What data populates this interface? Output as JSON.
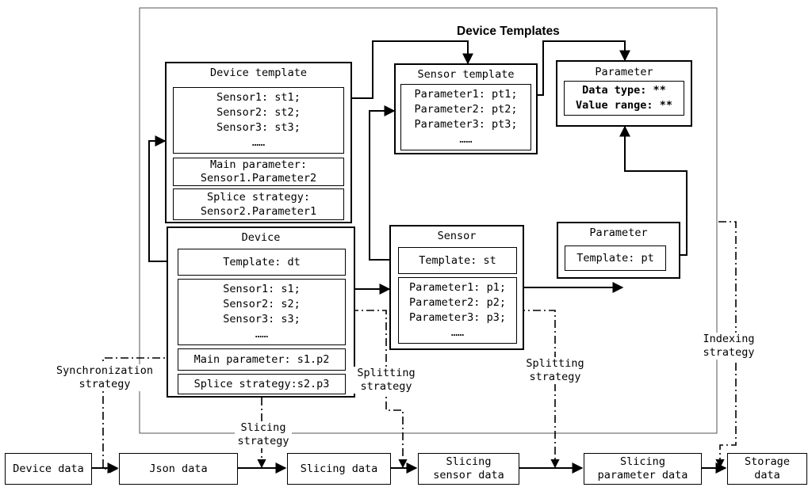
{
  "heading": "Device Templates",
  "device_template": {
    "title": "Device template",
    "sensors": [
      "Sensor1: st1;",
      "Sensor2: st2;",
      "Sensor3: st3;",
      "……"
    ],
    "main_parameter": [
      "Main parameter:",
      "Sensor1.Parameter2"
    ],
    "splice_strategy": [
      "Splice strategy:",
      "Sensor2.Parameter1"
    ]
  },
  "sensor_template": {
    "title": "Sensor template",
    "parameters": [
      "Parameter1: pt1;",
      "Parameter2: pt2;",
      "Parameter3: pt3;",
      "……"
    ]
  },
  "parameter_top": {
    "title": "Parameter",
    "lines": [
      "Data type: **",
      "Value range: **"
    ]
  },
  "device": {
    "title": "Device",
    "template": "Template: dt",
    "sensors": [
      "Sensor1: s1;",
      "Sensor2: s2;",
      "Sensor3: s3;",
      "……"
    ],
    "main_parameter": "Main parameter: s1.p2",
    "splice_strategy": "Splice strategy:s2.p3"
  },
  "sensor": {
    "title": "Sensor",
    "template": "Template: st",
    "parameters": [
      "Parameter1: p1;",
      "Parameter2: p2;",
      "Parameter3: p3;",
      "……"
    ]
  },
  "parameter_bottom": {
    "title": "Parameter",
    "template": "Template: pt"
  },
  "strategies": {
    "synchronization": [
      "Synchronization",
      "strategy"
    ],
    "splitting_left": [
      "Splitting",
      "strategy"
    ],
    "splitting_right": [
      "Splitting",
      "strategy"
    ],
    "slicing": [
      "Slicing",
      "strategy"
    ],
    "indexing": [
      "Indexing",
      "strategy"
    ]
  },
  "pipeline": {
    "device_data": [
      "Device data"
    ],
    "json_data": [
      "Json data"
    ],
    "slicing_data": [
      "Slicing data"
    ],
    "slicing_sensor_data": [
      "Slicing",
      "sensor data"
    ],
    "slicing_parameter_data": [
      "Slicing",
      "parameter data"
    ],
    "storage_data": [
      "Storage",
      "data"
    ]
  }
}
